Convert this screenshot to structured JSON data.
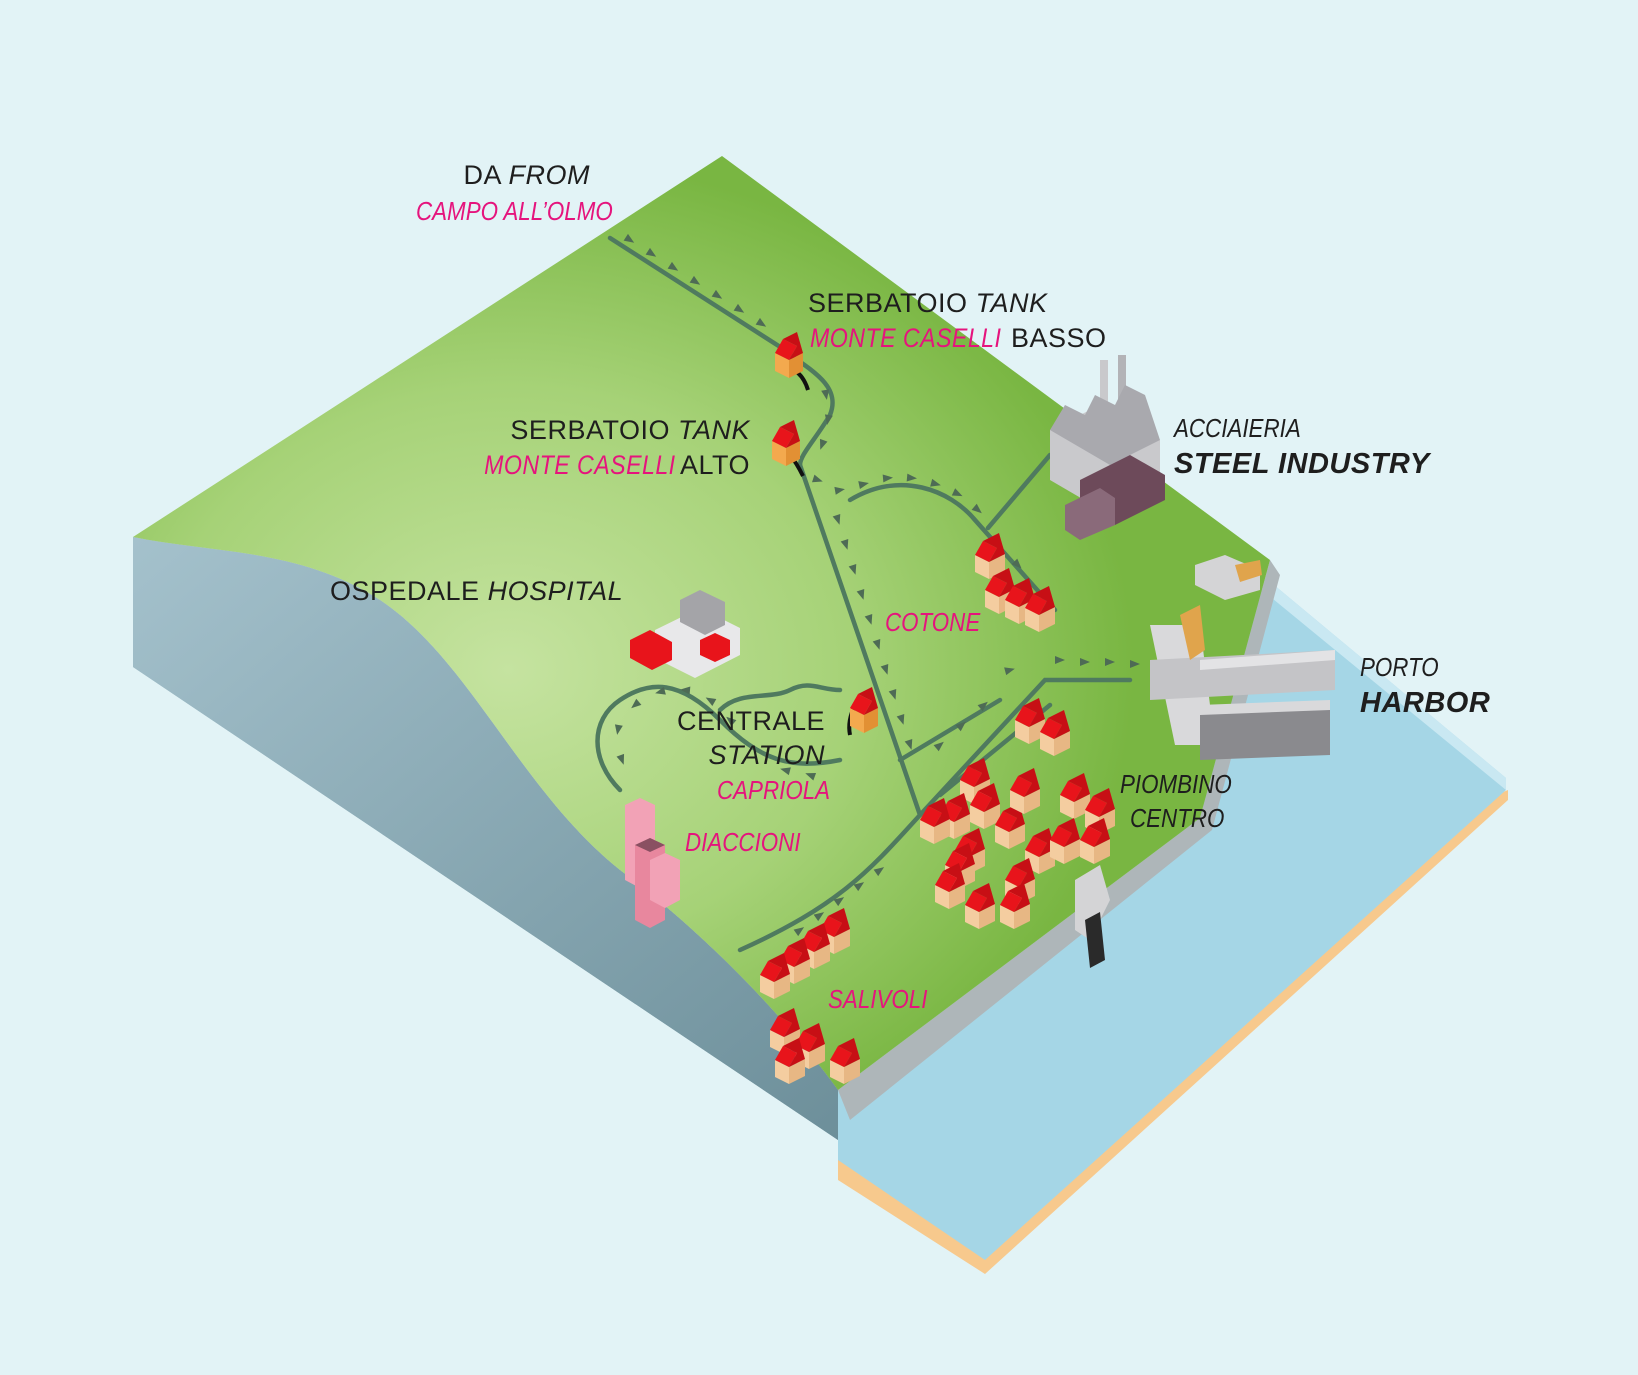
{
  "colors": {
    "background": "#e2f3f6",
    "land": "#79b642",
    "land_light": "#b8db8f",
    "cliff": "#8aa9b5",
    "sea": "#a5d6e6",
    "sand": "#f7c98d",
    "pipe": "#4f7a5f",
    "arrow": "#4e6b55",
    "roof": "#e8141b",
    "wall": "#f4cda0",
    "accent_text": "#e5147d"
  },
  "labels": {
    "from": {
      "prefix": "DA",
      "word": "FROM",
      "place": "CAMPO ALL’OLMO"
    },
    "tank_low": {
      "prefix": "SERBATOIO",
      "word": "TANK",
      "place": "MONTE CASELLI",
      "suffix": "BASSO"
    },
    "tank_high": {
      "prefix": "SERBATOIO",
      "word": "TANK",
      "place": "MONTE CASELLI",
      "suffix": "ALTO"
    },
    "steel": {
      "prefix": "ACCIAIERIA",
      "word": "STEEL INDUSTRY"
    },
    "hospital": {
      "prefix": "OSPEDALE",
      "word": "HOSPITAL"
    },
    "cotone": "COTONE",
    "station": {
      "prefix": "CENTRALE",
      "word": "STATION",
      "place": "CAPRIOLA"
    },
    "harbor": {
      "prefix": "PORTO",
      "word": "HARBOR"
    },
    "diaccioni": "DIACCIONI",
    "piombino": {
      "line1": "PIOMBINO",
      "line2": "CENTRO"
    },
    "salivoli": "SALIVOLI"
  },
  "icons": [
    "water-tank-icon",
    "steel-plant-icon",
    "hospital-building-icon",
    "pump-station-icon",
    "harbor-pier-icon",
    "house-icon",
    "tower-block-icon",
    "flow-arrow-icon"
  ]
}
